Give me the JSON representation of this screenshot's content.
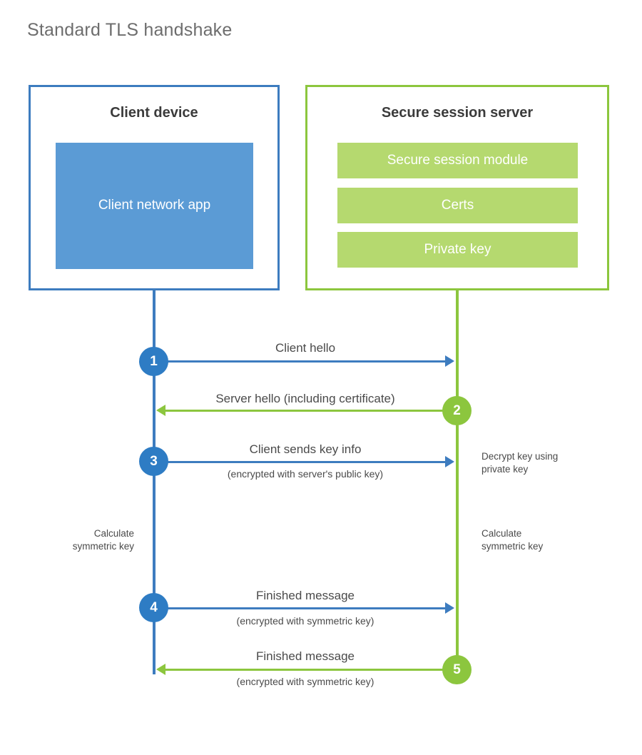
{
  "title": "Standard TLS handshake",
  "parties": {
    "client": {
      "title": "Client device",
      "blocks": [
        {
          "label": "Client network app"
        }
      ]
    },
    "server": {
      "title": "Secure session server",
      "blocks": [
        {
          "label": "Secure session module"
        },
        {
          "label": "Certs"
        },
        {
          "label": "Private key"
        }
      ]
    }
  },
  "steps": [
    {
      "number": "1",
      "label": "Client hello",
      "sublabel": "",
      "direction": "client-to-server",
      "color": "#2e7cc4"
    },
    {
      "number": "2",
      "label": "Server hello (including certificate)",
      "sublabel": "",
      "direction": "server-to-client",
      "color": "#8cc63e"
    },
    {
      "number": "3",
      "label": "Client sends key info",
      "sublabel": "(encrypted with server's public key)",
      "direction": "client-to-server",
      "color": "#2e7cc4"
    },
    {
      "number": "4",
      "label": "Finished message",
      "sublabel": "(encrypted with symmetric key)",
      "direction": "client-to-server",
      "color": "#2e7cc4"
    },
    {
      "number": "5",
      "label": "Finished message",
      "sublabel": "(encrypted with symmetric key)",
      "direction": "server-to-client",
      "color": "#8cc63e"
    }
  ],
  "notes": {
    "decrypt_key": "Decrypt key using\nprivate key",
    "decrypt_key_line1": "Decrypt key using",
    "decrypt_key_line2": "private key",
    "client_calc_line1": "Calculate",
    "client_calc_line2": "symmetric key",
    "server_calc_line1": "Calculate",
    "server_calc_line2": "symmetric key"
  },
  "colors": {
    "client_accent": "#3d7cbf",
    "client_fill": "#5b9bd5",
    "server_accent": "#8cc63e",
    "server_fill": "#b5d96f",
    "title_text": "#6d6d6d",
    "body_text": "#4a4a4a",
    "background": "#ffffff"
  }
}
